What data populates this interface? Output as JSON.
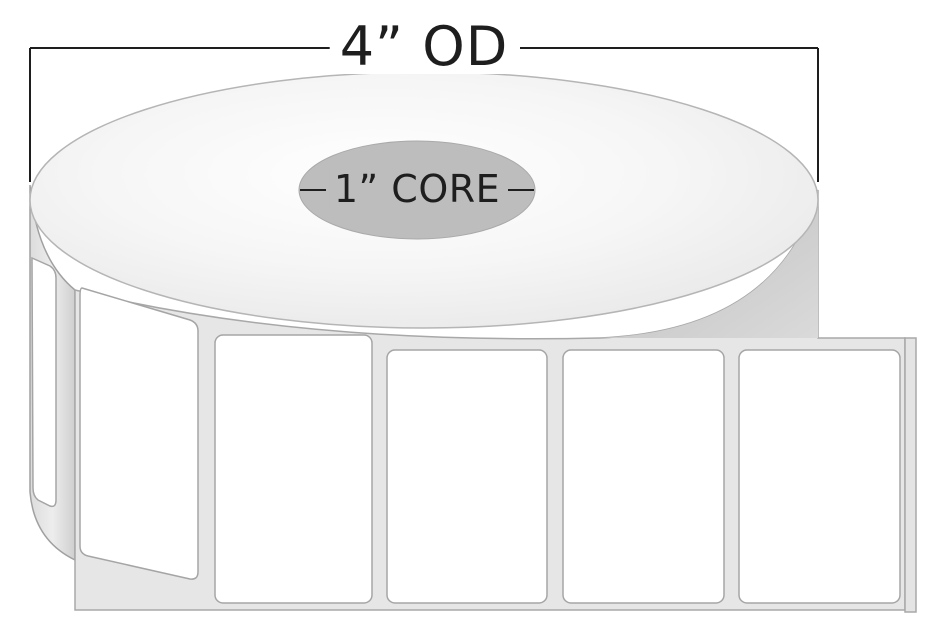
{
  "dimensions": {
    "outer_diameter_label": "4” OD",
    "core_label": "1” CORE"
  },
  "roll": {
    "label_count_visible": 6,
    "colors": {
      "label_face": "#ffffff",
      "roll_top": "#f4f4f4",
      "roll_side": "#e2e2e2",
      "core": "#bdbdbd",
      "liner_shadow": "#c9c9c9",
      "outline": "#9a9a9a",
      "dimension_line": "#1e1e1e"
    }
  }
}
